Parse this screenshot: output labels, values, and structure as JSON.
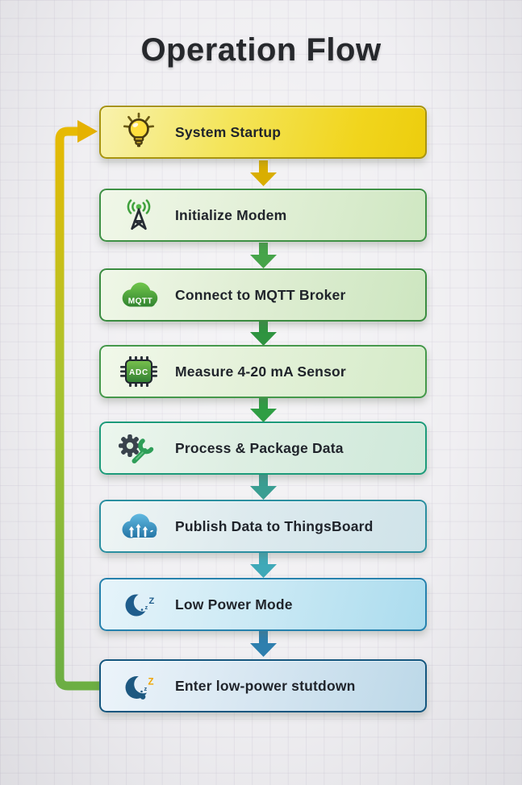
{
  "title": "Operation Flow",
  "flow": {
    "steps": [
      {
        "label": "System Startup",
        "icon": "lightbulb-icon",
        "box_theme": "yellow",
        "border_color": "#a89410",
        "arrow_to_next_color": "#d9ae00"
      },
      {
        "label": "Initialize Modem",
        "icon": "antenna-icon",
        "box_theme": "green",
        "border_color": "#3f9145",
        "arrow_to_next_color": "#46a44a"
      },
      {
        "label": "Connect to MQTT Broker",
        "icon": "mqtt-cloud-icon",
        "box_theme": "green",
        "border_color": "#3a8c40",
        "arrow_to_next_color": "#2f9440"
      },
      {
        "label": "Measure 4-20 mA Sensor",
        "icon": "adc-chip-icon",
        "box_theme": "green",
        "border_color": "#45984a",
        "arrow_to_next_color": "#2f9e44"
      },
      {
        "label": "Process & Package Data",
        "icon": "gear-wrench-icon",
        "box_theme": "green-teal",
        "border_color": "#1d9b7a",
        "arrow_to_next_color": "#3a9e92"
      },
      {
        "label": "Publish Data to ThingsBoard",
        "icon": "cloud-upload-icon",
        "box_theme": "teal-blue",
        "border_color": "#2b8fa0",
        "arrow_to_next_color": "#3fa9b8"
      },
      {
        "label": "Low Power Mode",
        "icon": "moon-sleep-icon",
        "box_theme": "blue",
        "border_color": "#2581ad",
        "arrow_to_next_color": "#2e7fae"
      },
      {
        "label": "Enter low-power stutdown",
        "icon": "moon-sleep-icon",
        "box_theme": "blue-dark",
        "border_color": "#14567e",
        "arrow_to_next_color": null
      }
    ],
    "loop_back": {
      "from": "Enter low-power stutdown",
      "to": "System Startup",
      "gradient_bottom_color": "#6cb33f",
      "gradient_top_color": "#e9bb00"
    }
  },
  "icons": {
    "mqtt_label": "MQTT",
    "adc_label": "ADC",
    "sleep_small_z": "z",
    "sleep_big_z": "Z"
  }
}
